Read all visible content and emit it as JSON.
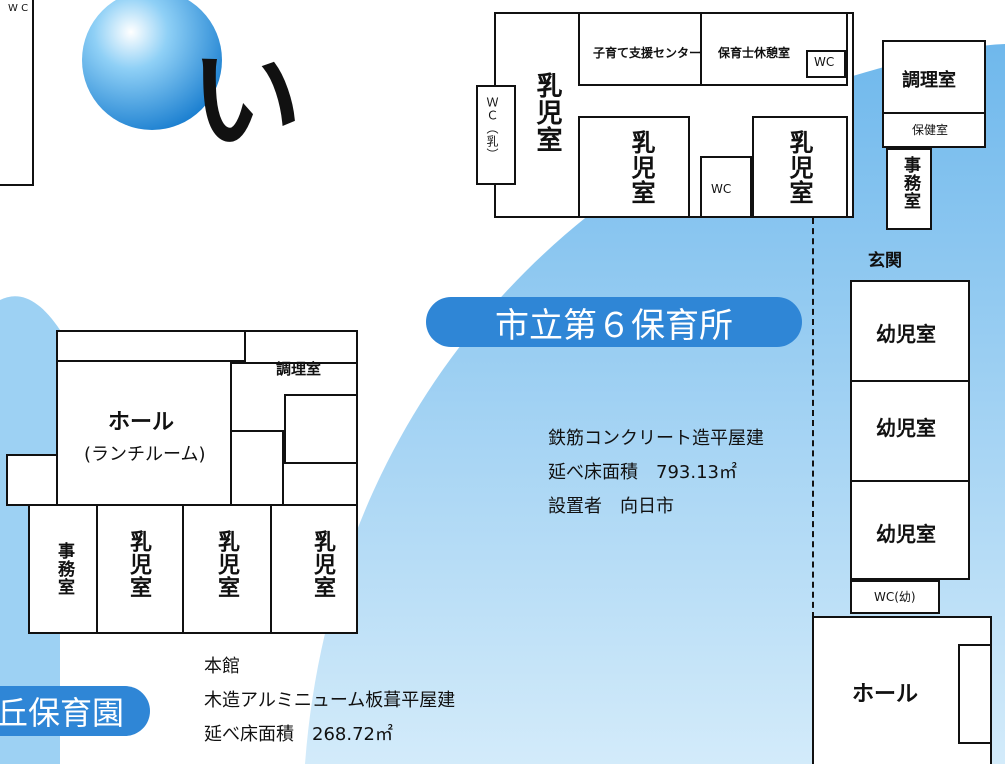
{
  "hiragana": "い",
  "nursery6": {
    "title": "市立第６保育所",
    "rooms": {
      "kosodate": "子育て支援センター",
      "hoikushi": "保育士休憩室",
      "wc": "WC",
      "chori": "調理室",
      "hoken": "保健室",
      "jimu": "事務室",
      "genkan": "玄関",
      "nyuji": "乳児室",
      "wc_nyu": "ＷＣ（乳）",
      "youji": "幼児室",
      "wc_you": "WC(幼)",
      "hall": "ホール"
    },
    "info": [
      "鉄筋コンクリート造平屋建",
      "延べ床面積　793.13㎡",
      "設置者　向日市"
    ]
  },
  "honkan": {
    "pill_text": "丘保育園",
    "rooms": {
      "hall": "ホール",
      "hall_sub": "(ランチルーム)",
      "chori": "調理室",
      "jimu": "事務室",
      "nyuji": "乳児室",
      "wc_fragment": "W C"
    },
    "info": [
      "本館",
      "木造アルミニューム板葺平屋建",
      "延べ床面積　268.72㎡"
    ]
  },
  "colors": {
    "accent": "#2f86d6",
    "light_blue": "#cde7f8",
    "mid_blue": "#7fc0ee"
  }
}
